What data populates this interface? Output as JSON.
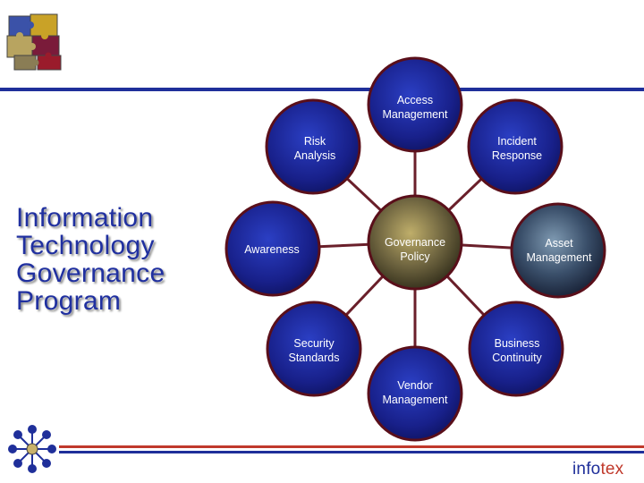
{
  "title": {
    "lines": [
      "Information",
      "Technology",
      "Governance",
      "Program"
    ]
  },
  "diagram": {
    "center": {
      "label": [
        "Governance",
        "Policy"
      ]
    },
    "nodes": [
      {
        "key": "access",
        "label": [
          "Access",
          "Management"
        ]
      },
      {
        "key": "incident",
        "label": [
          "Incident",
          "Response"
        ]
      },
      {
        "key": "asset",
        "label": [
          "Asset",
          "Management"
        ]
      },
      {
        "key": "continuity",
        "label": [
          "Business",
          "Continuity"
        ]
      },
      {
        "key": "vendor",
        "label": [
          "Vendor",
          "Management"
        ]
      },
      {
        "key": "security",
        "label": [
          "Security",
          "Standards"
        ]
      },
      {
        "key": "awareness",
        "label": [
          "Awareness"
        ]
      },
      {
        "key": "risk",
        "label": [
          "Risk",
          "Analysis"
        ]
      }
    ]
  },
  "footer": {
    "brand_part1": "info",
    "brand_part2": "tex"
  },
  "colors": {
    "title": "#2030a0",
    "node_fill": "#1a1f8a",
    "node_border": "#5a0f1a",
    "connector": "#6a1f2a",
    "rule_blue": "#1f2f9a",
    "rule_red": "#c0392b"
  }
}
